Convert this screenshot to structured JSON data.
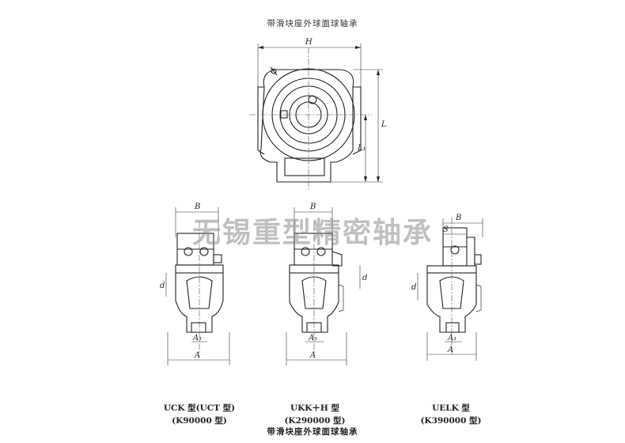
{
  "title_top": "带滑块座外球面球轴承",
  "title_bottom": "带滑块座外球面球轴承",
  "watermark": "无锡重型精密轴承",
  "dim_labels": {
    "H": "H",
    "L": "L",
    "L1": "L₁",
    "B": "B",
    "S": "S",
    "d": "d",
    "A": "A",
    "A1": "A₁"
  },
  "variants": [
    {
      "line1": "UCK 型(UCT 型)",
      "line2": "(K90000 型)"
    },
    {
      "line1": "UKK＋H 型",
      "line2": "(K290000 型)"
    },
    {
      "line1": "UELK 型",
      "line2": "(K390000 型)"
    }
  ]
}
